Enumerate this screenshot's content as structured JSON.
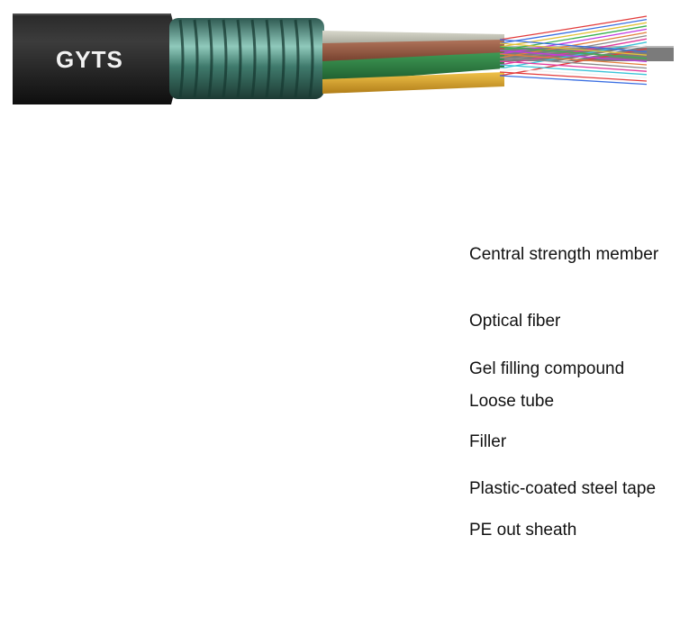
{
  "brand_label": "GYTS",
  "leader_color": "#1c9ad6",
  "labels": [
    {
      "key": "csm",
      "text": "Central strength member"
    },
    {
      "key": "fiber",
      "text": "Optical fiber"
    },
    {
      "key": "gel",
      "text": "Gel filling compound"
    },
    {
      "key": "tube",
      "text": "Loose tube"
    },
    {
      "key": "filler",
      "text": "Filler"
    },
    {
      "key": "tape",
      "text": "Plastic-coated steel tape"
    },
    {
      "key": "sheath",
      "text": "PE out sheath"
    }
  ]
}
